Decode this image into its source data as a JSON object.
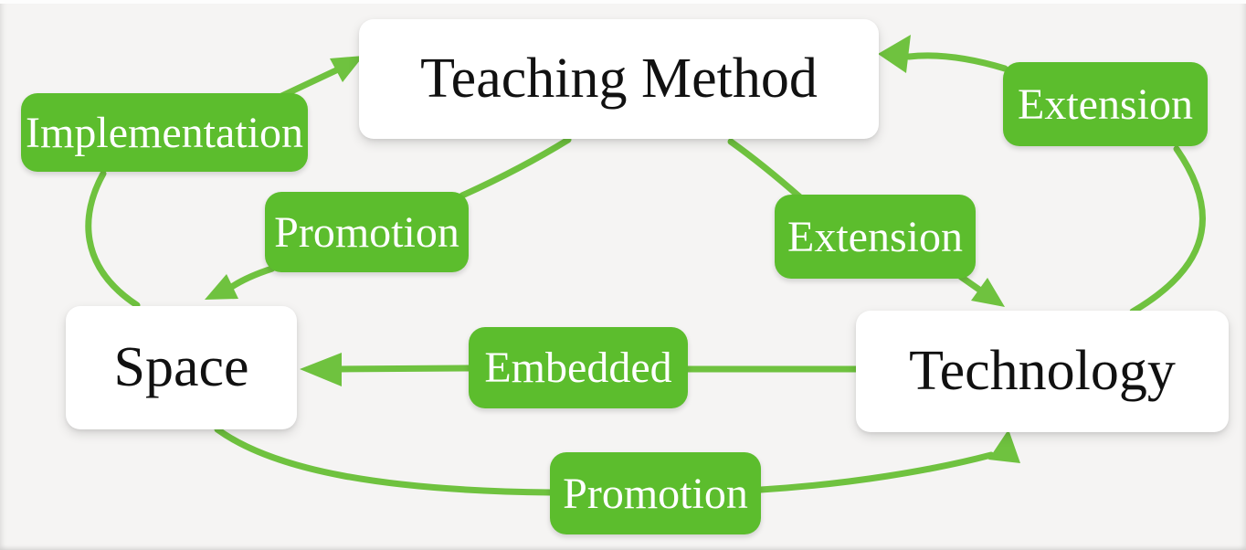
{
  "diagram": {
    "colors": {
      "background": "#f5f4f3",
      "node-fill": "#ffffff",
      "node-text": "#111111",
      "label-fill": "#5cbd2d",
      "label-text": "#ffffff",
      "arrow": "#6fc23f"
    },
    "nodes": [
      {
        "id": "teaching-method",
        "label": "Teaching Method"
      },
      {
        "id": "space",
        "label": "Space"
      },
      {
        "id": "technology",
        "label": "Technology"
      }
    ],
    "edges": [
      {
        "from": "Space",
        "via": "Implementation",
        "to": "Teaching Method"
      },
      {
        "from": "Teaching Method",
        "via": "Promotion",
        "to": "Space"
      },
      {
        "from": "Technology",
        "via": "Extension",
        "to": "Teaching Method"
      },
      {
        "from": "Teaching Method",
        "via": "Extension",
        "to": "Technology"
      },
      {
        "from": "Technology",
        "via": "Embedded",
        "to": "Space"
      },
      {
        "from": "Space",
        "via": "Promotion",
        "to": "Technology"
      }
    ]
  }
}
